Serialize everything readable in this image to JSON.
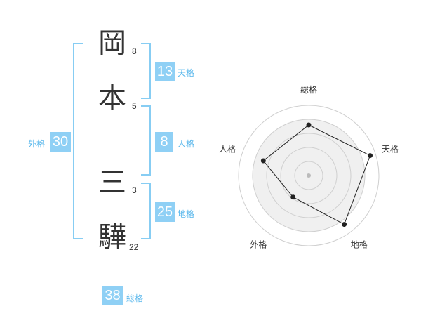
{
  "name": {
    "chars": [
      {
        "char": "岡",
        "strokes": "8"
      },
      {
        "char": "本",
        "strokes": "5"
      },
      {
        "char": "三",
        "strokes": "3"
      },
      {
        "char": "驊",
        "strokes": "22"
      }
    ]
  },
  "fortunes": {
    "tenkaku": {
      "value": "13",
      "label": "天格"
    },
    "jinkaku": {
      "value": "8",
      "label": "人格"
    },
    "chikaku": {
      "value": "25",
      "label": "地格"
    },
    "gaikaku": {
      "value": "30",
      "label": "外格"
    },
    "soukaku": {
      "value": "38",
      "label": "総格"
    }
  },
  "colors": {
    "accent": "#8fd0f5",
    "label": "#5bb8ec",
    "bracket": "#87cdf3"
  },
  "chart_data": {
    "type": "radar",
    "axes": [
      "総格",
      "天格",
      "地格",
      "外格",
      "人格"
    ],
    "values": [
      3.6,
      4.6,
      4.3,
      1.9,
      3.4
    ],
    "rmax": 5,
    "grid_rings": 5
  }
}
